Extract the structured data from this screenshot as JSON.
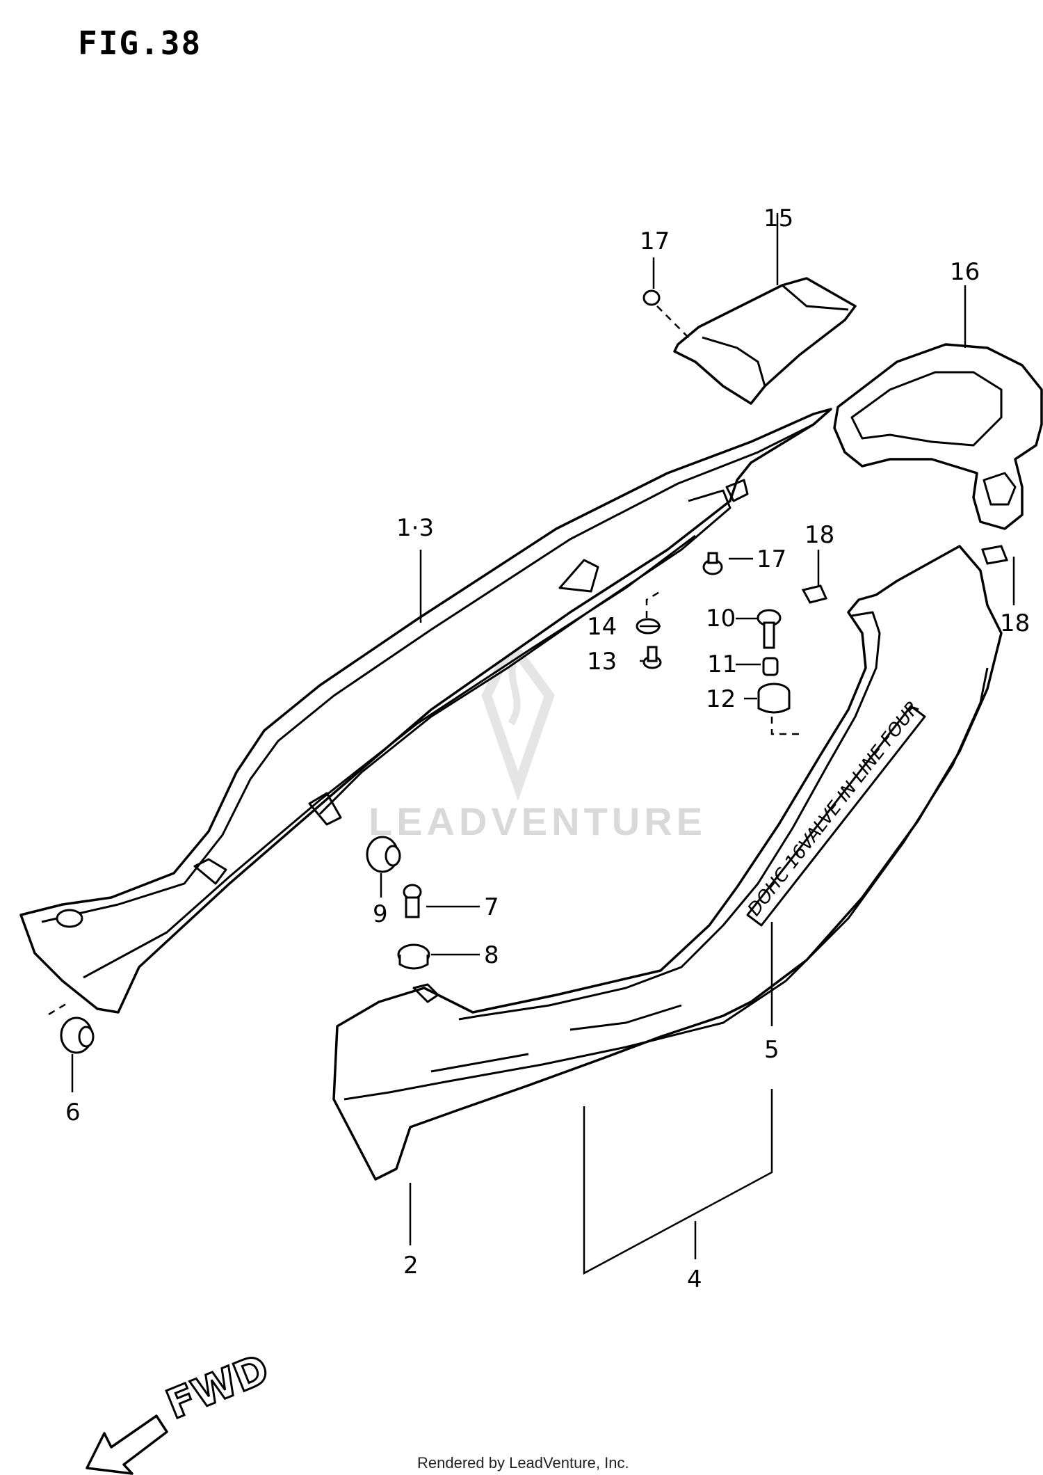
{
  "figure_title": "FIG.38",
  "callouts": {
    "c1_3": "1·3",
    "c2": "2",
    "c4": "4",
    "c5": "5",
    "c6": "6",
    "c7": "7",
    "c8": "8",
    "c9": "9",
    "c10": "10",
    "c11": "11",
    "c12": "12",
    "c13": "13",
    "c14": "14",
    "c15": "15",
    "c16": "16",
    "c17a": "17",
    "c17b": "17",
    "c18a": "18",
    "c18b": "18"
  },
  "decal_text": "DOHC 16VALVE IN LINE FOUR",
  "direction_label": "FWD",
  "watermark_text": "LEADVENTURE",
  "footer_text": "Rendered by LeadVenture, Inc."
}
